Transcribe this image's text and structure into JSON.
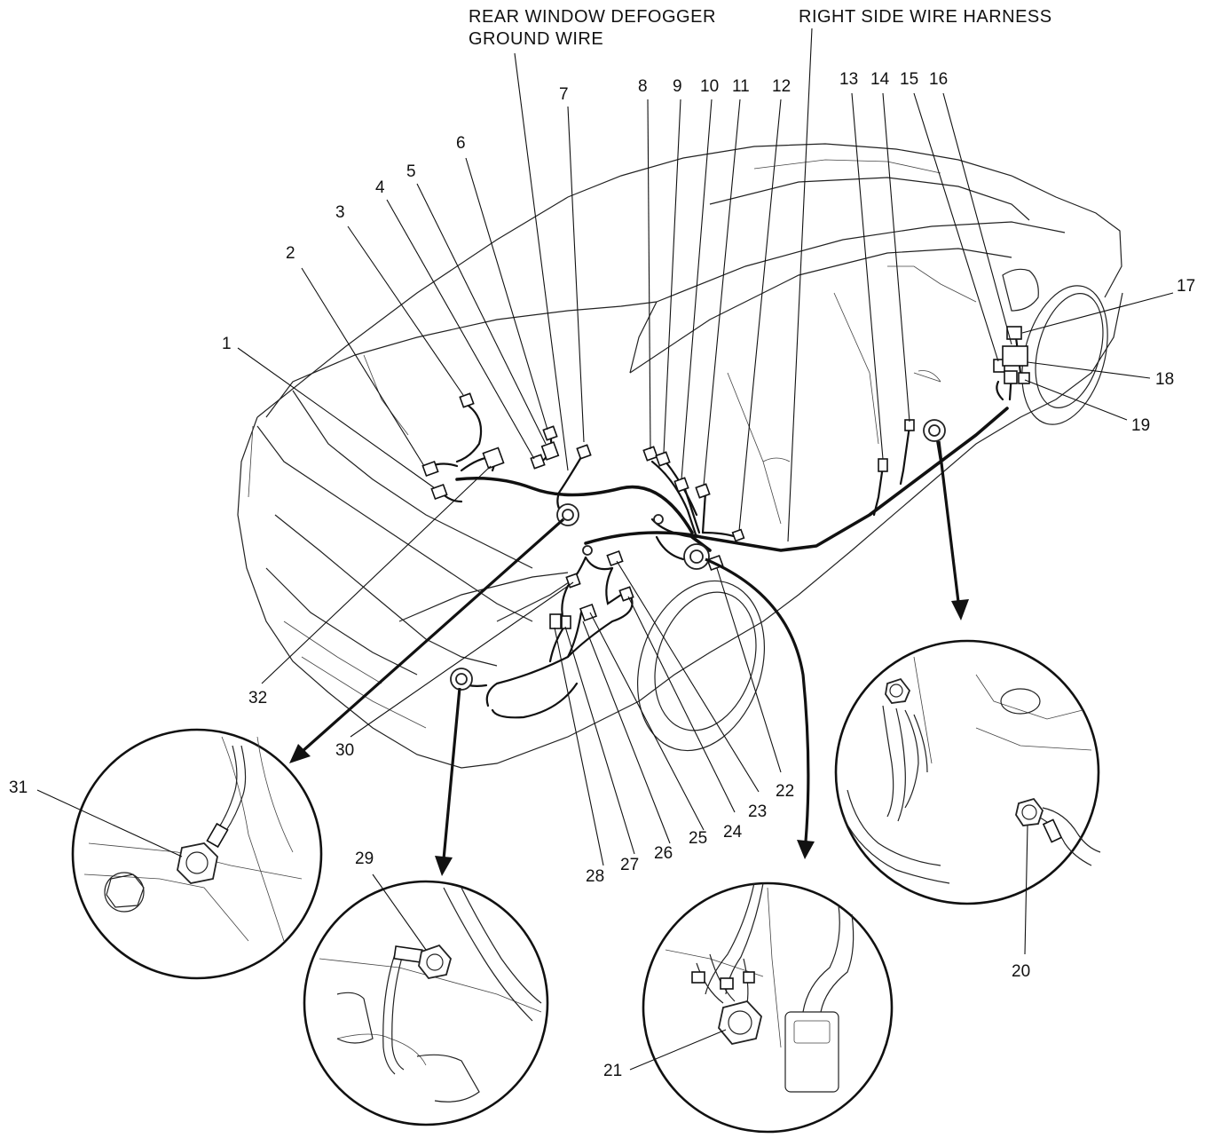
{
  "headers": {
    "defogger_line1": "REAR WINDOW DEFOGGER",
    "defogger_line2": "GROUND WIRE",
    "right_side": "RIGHT SIDE WIRE HARNESS"
  },
  "callouts": {
    "n1": "1",
    "n2": "2",
    "n3": "3",
    "n4": "4",
    "n5": "5",
    "n6": "6",
    "n7": "7",
    "n8": "8",
    "n9": "9",
    "n10": "10",
    "n11": "11",
    "n12": "12",
    "n13": "13",
    "n14": "14",
    "n15": "15",
    "n16": "16",
    "n17": "17",
    "n18": "18",
    "n19": "19",
    "n20": "20",
    "n21": "21",
    "n22": "22",
    "n23": "23",
    "n24": "24",
    "n25": "25",
    "n26": "26",
    "n27": "27",
    "n28": "28",
    "n29": "29",
    "n30": "30",
    "n31": "31",
    "n32": "32"
  },
  "colors": {
    "line": "#111111",
    "background": "#ffffff"
  }
}
